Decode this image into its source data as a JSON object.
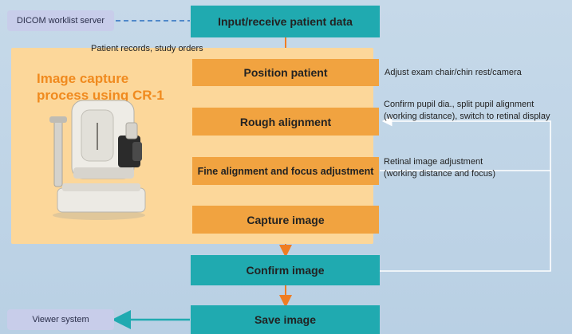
{
  "diagram": {
    "panel_title_line1": "Image capture",
    "panel_title_line2": "process using CR-1",
    "steps": [
      {
        "label": "Input/receive patient data"
      },
      {
        "label": "Position patient"
      },
      {
        "label": "Rough alignment"
      },
      {
        "label": "Fine alignment and focus adjustment"
      },
      {
        "label": "Capture image"
      },
      {
        "label": "Confirm image"
      },
      {
        "label": "Save image"
      }
    ],
    "external": {
      "worklist": "DICOM worklist server",
      "viewer": "Viewer system"
    },
    "notes": {
      "records": "Patient records, study orders",
      "position": "Adjust exam chair/chin rest/camera",
      "rough_1": "Confirm pupil dia., split pupil alignment",
      "rough_2": "(working distance), switch to retinal display",
      "fine_1": "Retinal image adjustment",
      "fine_2": "(working distance and focus)"
    },
    "colors": {
      "teal": "#20aab0",
      "orange": "#f1a340",
      "panel": "#fcd79a",
      "title": "#f08a1e",
      "arrow": "#ef7d22",
      "side_box": "#c8cdea"
    },
    "icons": {
      "device": "fundus-camera-icon"
    }
  }
}
